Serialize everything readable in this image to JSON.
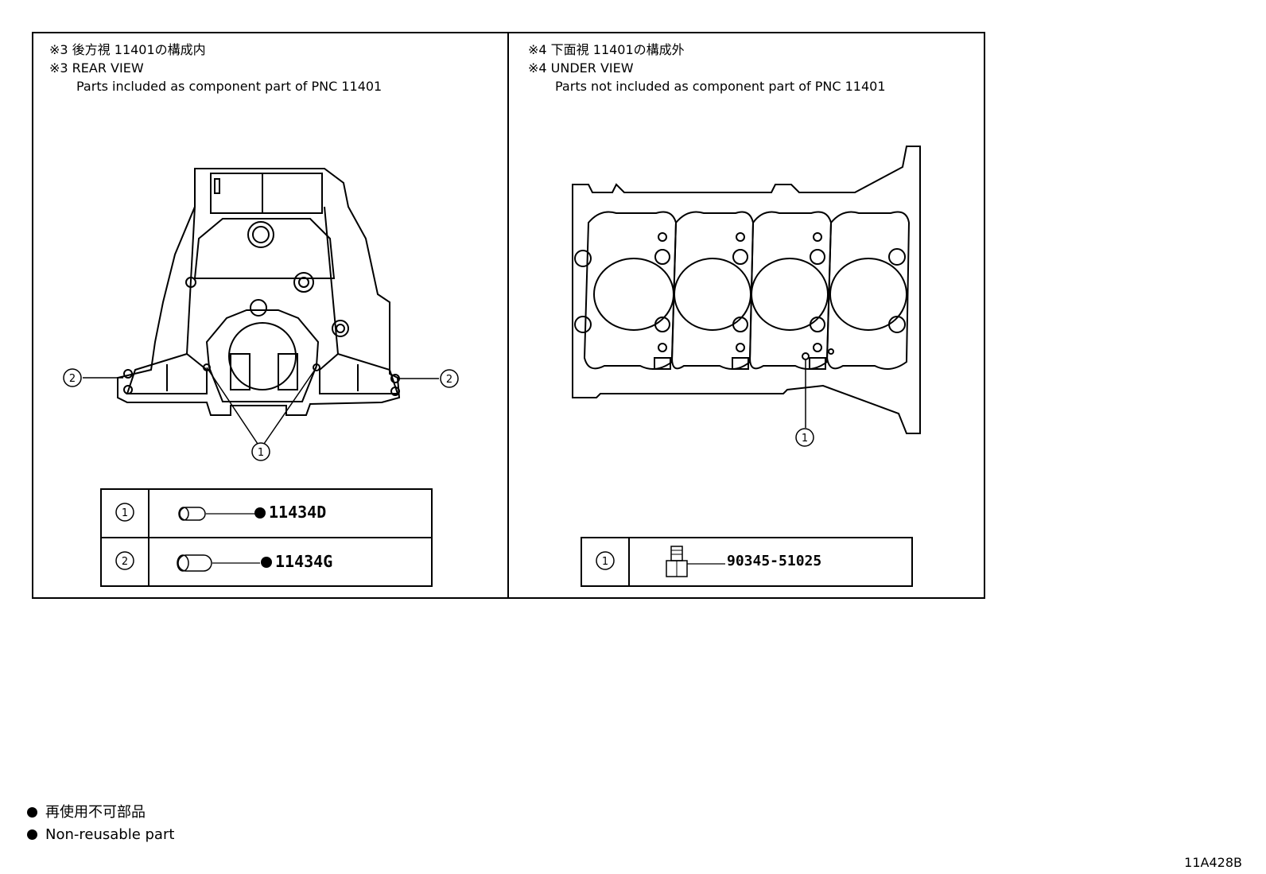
{
  "panel_left": {
    "line1": "※3 後方視 11401の構成内",
    "line2": "※3 REAR VIEW",
    "line3": "Parts included as component part of PNC 11401",
    "callouts": [
      "1",
      "2",
      "2"
    ],
    "parts": [
      {
        "ref": "1",
        "part_number": "11434D",
        "non_reusable": true
      },
      {
        "ref": "2",
        "part_number": "11434G",
        "non_reusable": true
      }
    ]
  },
  "panel_right": {
    "line1": "※4 下面視 11401の構成外",
    "line2": "※4 UNDER VIEW",
    "line3": "Parts not included as component part of PNC 11401",
    "callouts": [
      "1"
    ],
    "parts": [
      {
        "ref": "1",
        "part_number": "90345-51025",
        "non_reusable": false
      }
    ]
  },
  "legend": {
    "jp": "再使用不可部品",
    "en": "Non-reusable part"
  },
  "diagram_code": "11A428B"
}
